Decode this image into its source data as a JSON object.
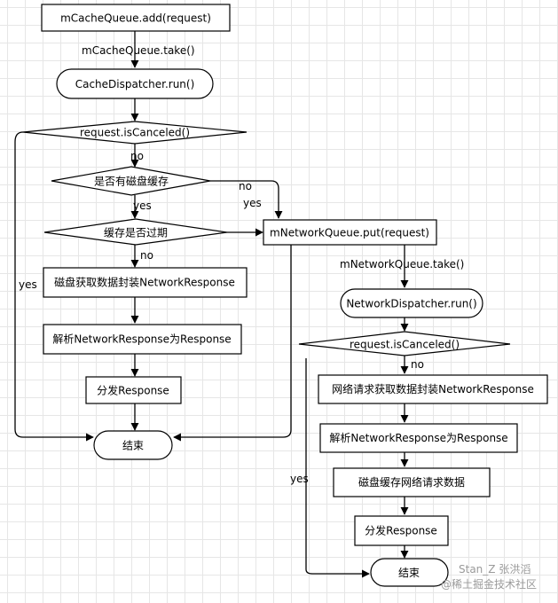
{
  "nodes": {
    "cache_add": "mCacheQueue.add(request)",
    "cache_dispatcher_run": "CacheDispatcher.run()",
    "cache_is_canceled": "request.isCanceled()",
    "has_disk_cache": "是否有磁盘缓存",
    "cache_expired": "缓存是否过期",
    "disk_fetch_wrap": "磁盘获取数据封装NetworkResponse",
    "parse_response_left": "解析NetworkResponse为Response",
    "dispatch_left": "分发Response",
    "end_left": "结束",
    "network_put": "mNetworkQueue.put(request)",
    "network_dispatcher_run": "NetworkDispatcher.run()",
    "network_is_canceled": "request.isCanceled()",
    "network_fetch_wrap": "网络请求获取数据封装NetworkResponse",
    "parse_response_right": "解析NetworkResponse为Response",
    "disk_cache_network": "磁盘缓存网络请求数据",
    "dispatch_right": "分发Response",
    "end_right": "结束"
  },
  "edge_labels": {
    "cache_take": "mCacheQueue.take()",
    "network_take": "mNetworkQueue.take()",
    "canceled_no": "no",
    "canceled_yes": "yes",
    "has_cache_no": "no",
    "has_cache_yes": "yes",
    "expired_yes": "yes",
    "expired_no": "no",
    "net_canceled_no": "no",
    "net_canceled_yes": "yes"
  },
  "watermark": {
    "author": "Stan_Z 张洪滔",
    "site": "@稀土掘金技术社区"
  }
}
